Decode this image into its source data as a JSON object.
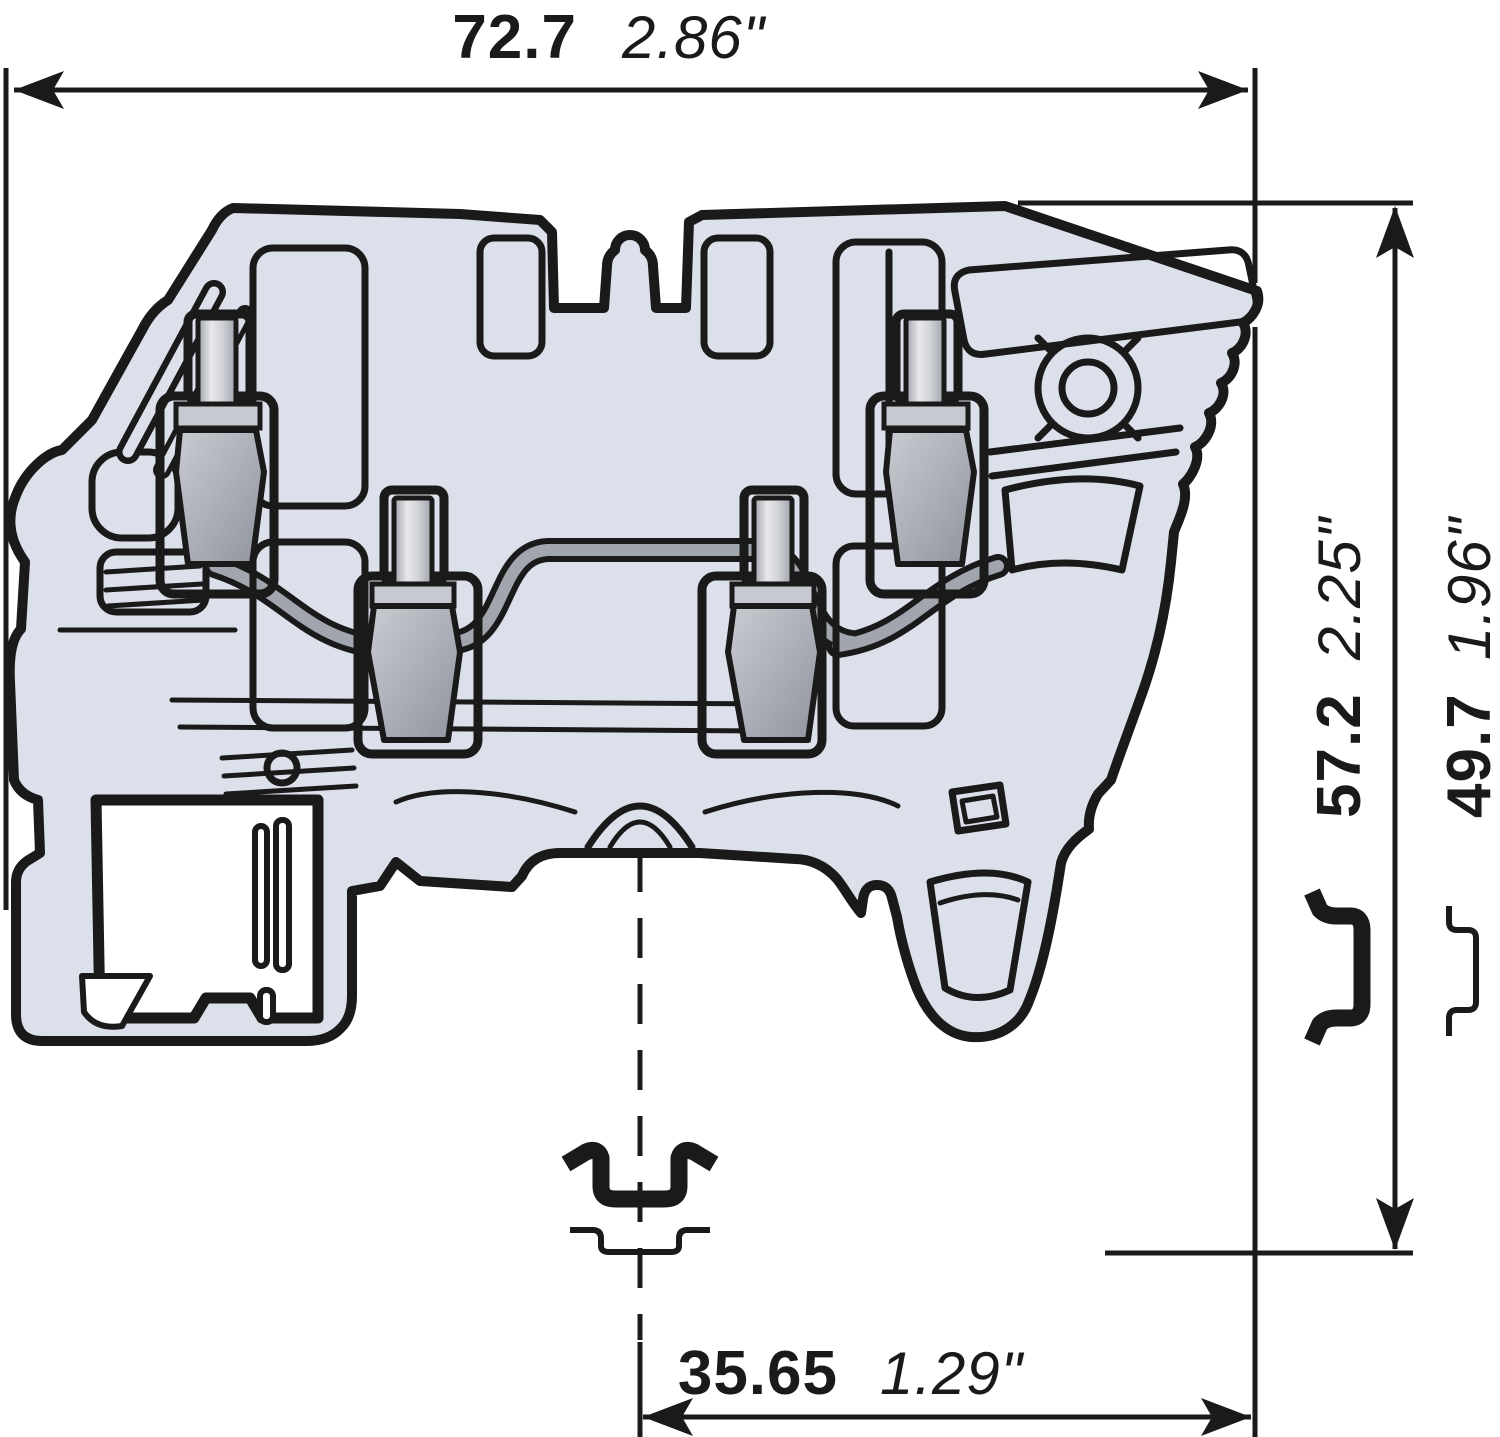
{
  "drawing": {
    "title": "Terminal block side cross-section with mounting dimensions",
    "units": [
      "mm",
      "inch"
    ],
    "dims": {
      "overall_width": {
        "mm": "72.7",
        "inch": "2.86\""
      },
      "height_rail_bold": {
        "mm": "57.2",
        "inch": "2.25\""
      },
      "height_rail_thin": {
        "mm": "49.7",
        "inch": "1.96\""
      },
      "rail_center_offset": {
        "mm": "35.65",
        "inch": "1.29\""
      }
    },
    "symbols": {
      "rail_front_bold": "top-hat DIN rail profile, front view (bold)",
      "rail_front_thin": "alternative rail profile, front view (thin)",
      "rail_side_bold": "top-hat DIN rail profile, side view (bold)",
      "rail_side_thin": "alternative rail profile, side view (thin)"
    },
    "colors": {
      "outline": "#1a1a1a",
      "body_fill": "#dce0eb",
      "metal_light": "#e8e9ec",
      "metal_mid": "#b4b8c0",
      "metal_dark": "#8f939c",
      "background": "#ffffff"
    }
  }
}
